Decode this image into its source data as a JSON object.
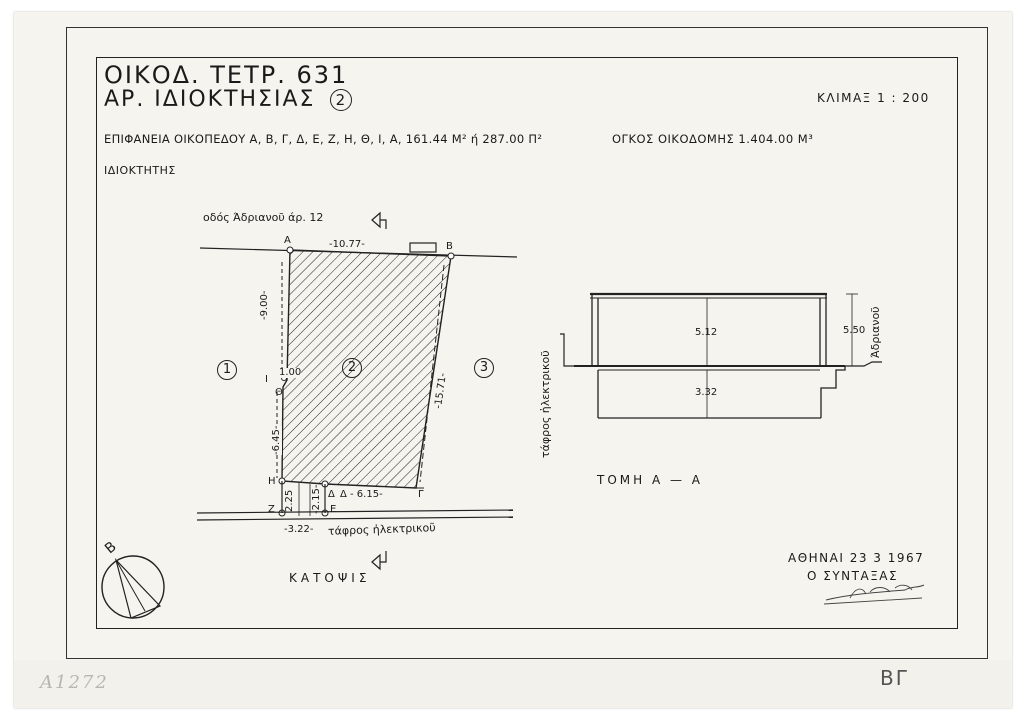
{
  "header": {
    "block": "ΟΙΚΟΔ. ΤΕΤΡ. 631",
    "property_prefix": "ΑΡ. ΙΔΙΟΚΤΗΣΙΑΣ",
    "property_number": "2",
    "scale": "ΚΛΙΜΑΞ  1 : 200",
    "plot_area": "ΕΠΙΦΑΝΕΙΑ ΟΙΚΟΠΕΔΟΥ Α, Β, Γ, Δ, Ε, Ζ, Η, Θ, Ι, Α, 161.44 Μ² ή 287.00 Π²",
    "building_volume": "ΟΓΚΟΣ ΟΙΚΟΔΟΜΗΣ  1.404.00  Μ³",
    "owner_label": "ΙΔΙΟΚΤΗΤΗΣ"
  },
  "plan": {
    "street_top": "οδός Άδριανοῦ  άρ. 12",
    "street_bottom": "τάφρος ἠλεκτρικοῦ",
    "label": "ΚΑΤΟΨΙΣ",
    "north_letter": "Β",
    "neighbors": [
      "1",
      "2",
      "3"
    ],
    "points": [
      "Α",
      "Β",
      "Γ",
      "Δ",
      "Ε",
      "Ζ",
      "Η",
      "Θ",
      "Ι"
    ],
    "dims": {
      "ab": "-10.77-",
      "bg": "-15.71-",
      "a_theta": "-9.00-",
      "theta_i": "1.00",
      "theta_h": "-6.45-",
      "hz": "2.25",
      "de": "-2.15-",
      "dg": "Δ - 6.15-",
      "ze": "-3.22-"
    }
  },
  "section": {
    "label": "ΤΟΜΗ  Α — Α",
    "left_side": "τάφρος ἠλεκτρικοῦ",
    "right_side": "Άδριανοῦ",
    "upper_height": "5.12",
    "lower_height": "3.32",
    "total_height": "5.50"
  },
  "footer": {
    "date": "ΑΘΗΝΑΙ  23  3  1967",
    "author": "Ο  ΣΥΝΤΑΞΑΣ",
    "archive_number": "A1272",
    "corner_mark": "ΒΓ"
  },
  "colors": {
    "ink": "#1a1a1a",
    "paper": "#f6f4ee",
    "pencil": "#b8b6b0"
  }
}
